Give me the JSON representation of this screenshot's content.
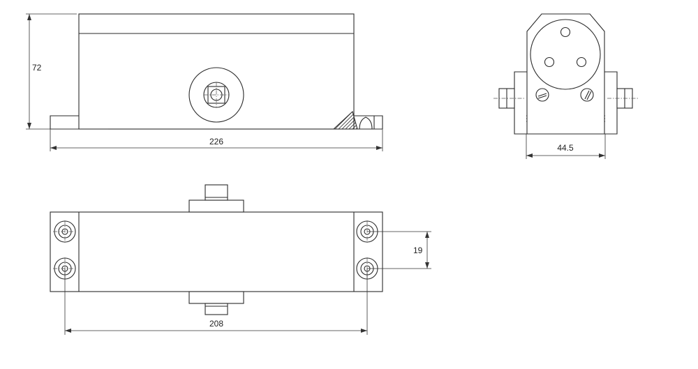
{
  "dimensions": {
    "side_height": "72",
    "side_length": "226",
    "end_width": "44.5",
    "top_hole_spacing": "19",
    "top_hole_pitch": "208"
  },
  "colors": {
    "line": "#2a2a2a",
    "background": "#ffffff"
  }
}
